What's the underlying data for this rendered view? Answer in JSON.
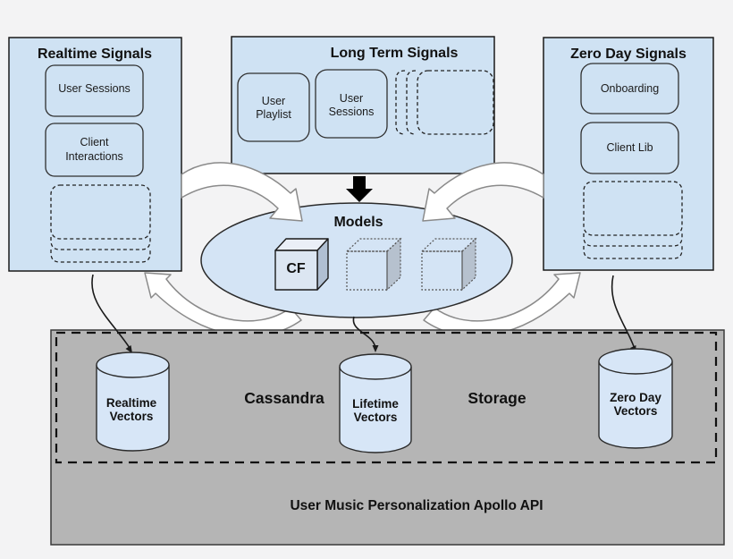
{
  "colors": {
    "background": "#f3f3f4",
    "panel_blue": "#cfe2f3",
    "ellipse_blue": "#d4e4f5",
    "cylinder_blue": "#d7e6f7",
    "storage_gray": "#b5b5b5",
    "cube_front": "#dce6f2",
    "cube_top": "#eaeff7",
    "cube_right": "#b0bfd2",
    "ghost_cube_right": "#b6c1ce"
  },
  "signals": {
    "realtime": {
      "title": "Realtime Signals",
      "items": [
        {
          "lines": [
            "User Sessions"
          ]
        },
        {
          "lines": [
            "Client",
            "Interactions"
          ]
        }
      ]
    },
    "long_term": {
      "title": "Long Term Signals",
      "items": [
        {
          "lines": [
            "User",
            "Playlist"
          ]
        },
        {
          "lines": [
            "User",
            "Sessions"
          ]
        }
      ]
    },
    "zero_day": {
      "title": "Zero Day Signals",
      "items": [
        {
          "lines": [
            "Onboarding"
          ]
        },
        {
          "lines": [
            "Client Lib"
          ]
        }
      ]
    }
  },
  "models": {
    "title": "Models",
    "cube_label": "CF"
  },
  "storage": {
    "cassandra_label": "Cassandra",
    "storage_label": "Storage",
    "api_label": "User Music Personalization Apollo API",
    "cylinders": [
      {
        "lines": [
          "Realtime",
          "Vectors"
        ]
      },
      {
        "lines": [
          "Lifetime",
          "Vectors"
        ]
      },
      {
        "lines": [
          "Zero Day",
          "Vectors"
        ]
      }
    ]
  }
}
